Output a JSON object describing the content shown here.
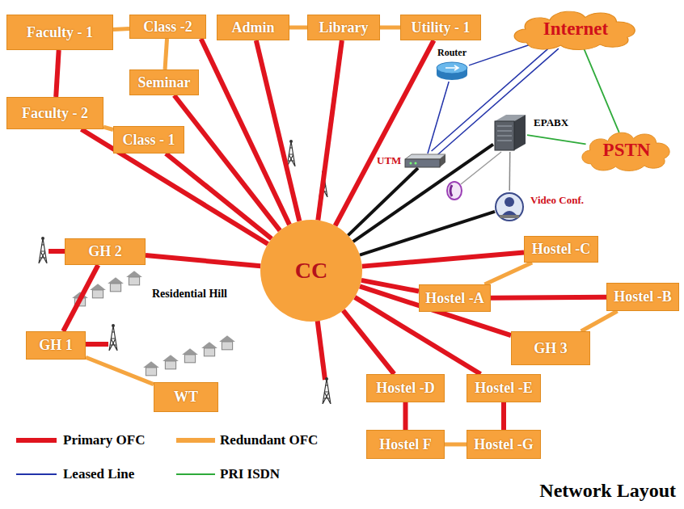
{
  "diagram": {
    "caption": "Network Layout",
    "nodes": [
      {
        "text": [
          "Faculty - 1"
        ]
      },
      {
        "text": [
          "Class -2"
        ]
      },
      {
        "text": [
          "Admin"
        ]
      },
      {
        "text": [
          "Library"
        ]
      },
      {
        "text": [
          "Utility - 1"
        ]
      },
      {
        "text": [
          "Internet"
        ]
      },
      {
        "text": [
          "Router"
        ]
      },
      {
        "text": [
          "Seminar"
        ]
      },
      {
        "text": [
          "Faculty - 2"
        ]
      },
      {
        "text": [
          "EPABX"
        ]
      },
      {
        "text": [
          "Class - 1"
        ]
      },
      {
        "text": [
          "UTM"
        ]
      },
      {
        "text": [
          "PSTN"
        ]
      },
      {
        "text": [
          "Video Conf."
        ]
      },
      {
        "text": [
          "GH 2"
        ]
      },
      {
        "text": [
          "CC"
        ]
      },
      {
        "text": [
          "Hostel -C"
        ]
      },
      {
        "text": [
          "Hostel -A"
        ]
      },
      {
        "text": [
          "Hostel -B"
        ]
      },
      {
        "text": [
          "GH 1"
        ]
      },
      {
        "text": [
          "GH 3"
        ]
      },
      {
        "text": [
          "WT"
        ]
      },
      {
        "text": [
          "Hostel -D"
        ]
      },
      {
        "text": [
          "Hostel -E"
        ]
      },
      {
        "text": [
          "Hostel F"
        ]
      },
      {
        "text": [
          "Hostel -G"
        ]
      }
    ],
    "edges": [
      {
        "from": 15,
        "to": 8,
        "arrow": "none"
      },
      {
        "from": 15,
        "to": 10,
        "arrow": "none"
      },
      {
        "from": 15,
        "to": 7,
        "arrow": "none"
      },
      {
        "from": 15,
        "to": 1,
        "arrow": "none"
      },
      {
        "from": 15,
        "to": 2,
        "arrow": "none"
      },
      {
        "from": 15,
        "to": 3,
        "arrow": "none"
      },
      {
        "from": 15,
        "to": 4,
        "arrow": "none"
      },
      {
        "from": 15,
        "to": 14,
        "arrow": "none"
      },
      {
        "from": 15,
        "to": 16,
        "arrow": "none"
      },
      {
        "from": 15,
        "to": 17,
        "arrow": "none"
      },
      {
        "from": 15,
        "to": 20,
        "arrow": "none"
      },
      {
        "from": 15,
        "to": 22,
        "arrow": "none"
      },
      {
        "from": 15,
        "to": 23,
        "arrow": "none"
      },
      {
        "from": 0,
        "to": 8,
        "arrow": "none"
      },
      {
        "from": 14,
        "to": 19,
        "arrow": "none"
      },
      {
        "from": 17,
        "to": 18,
        "arrow": "none"
      },
      {
        "from": 22,
        "to": 24,
        "arrow": "none"
      },
      {
        "from": 25,
        "to": 23,
        "arrow": "none"
      },
      {
        "from": 0,
        "to": 1,
        "arrow": "none"
      },
      {
        "from": 1,
        "to": 7,
        "arrow": "none"
      },
      {
        "from": 8,
        "to": 10,
        "arrow": "none"
      },
      {
        "from": 2,
        "to": 3,
        "arrow": "none"
      },
      {
        "from": 3,
        "to": 4,
        "arrow": "none"
      },
      {
        "from": 16,
        "to": 17,
        "arrow": "none"
      },
      {
        "from": 18,
        "to": 20,
        "arrow": "none"
      },
      {
        "from": 19,
        "to": 21,
        "arrow": "none"
      },
      {
        "from": 24,
        "to": 25,
        "arrow": "none"
      },
      {
        "from": 15,
        "to": 11,
        "arrow": "none"
      },
      {
        "from": 15,
        "to": 9,
        "arrow": "none"
      },
      {
        "from": 15,
        "to": 13,
        "arrow": "none"
      },
      {
        "from": 6,
        "to": 5,
        "arrow": "none"
      },
      {
        "from": 6,
        "to": 11,
        "arrow": "none"
      },
      {
        "from": 11,
        "to": 5,
        "arrow": "none"
      },
      {
        "from": 11,
        "to": 5,
        "arrow": "none"
      },
      {
        "from": 5,
        "to": 12,
        "arrow": "none"
      },
      {
        "from": 9,
        "to": 12,
        "arrow": "none"
      },
      {
        "from": 9,
        "to": 13,
        "arrow": "none"
      }
    ],
    "labels": [
      "Residential Hill"
    ],
    "legend": [
      {
        "text": "Primary OFC"
      },
      {
        "text": "Redundant OFC"
      },
      {
        "text": "Leased Line"
      },
      {
        "text": "PRI ISDN"
      }
    ]
  }
}
